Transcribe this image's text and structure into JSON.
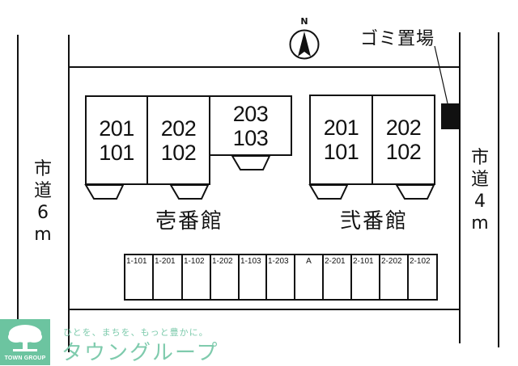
{
  "map": {
    "compass": {
      "label": "N",
      "icon": "north-arrow-icon"
    },
    "garbage_area": {
      "label": "ゴミ置場"
    },
    "roads": {
      "west": {
        "chars": [
          "市",
          "道",
          "6",
          "m"
        ],
        "label": "市道6m"
      },
      "east": {
        "chars": [
          "市",
          "道",
          "4",
          "m"
        ],
        "label": "市道4m"
      }
    },
    "buildings": [
      {
        "name": "壱番館",
        "units": [
          {
            "upper": "201",
            "lower": "101"
          },
          {
            "upper": "202",
            "lower": "102"
          },
          {
            "upper": "203",
            "lower": "103"
          }
        ]
      },
      {
        "name": "弐番館",
        "units": [
          {
            "upper": "201",
            "lower": "101"
          },
          {
            "upper": "202",
            "lower": "102"
          }
        ]
      }
    ],
    "parking": {
      "slots": [
        "1-101",
        "1-201",
        "1-102",
        "1-202",
        "1-103",
        "1-203",
        "A",
        "2-201",
        "2-101",
        "2-202",
        "2-102"
      ]
    }
  },
  "branding": {
    "logo_text": "TOWN GROUP",
    "tagline": "ひとを、まちを、もっと豊かに。",
    "brand_name": "タウングループ",
    "brand_color": "#6cc4a0"
  }
}
